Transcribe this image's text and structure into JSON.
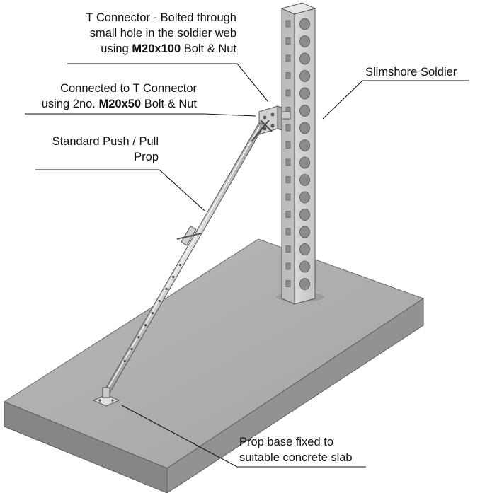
{
  "labels": {
    "t_connector": {
      "line1": "T Connector - Bolted through",
      "line2": "small hole in the soldier web",
      "line3_prefix": "using ",
      "line3_bold": "M20x100",
      "line3_suffix": " Bolt & Nut"
    },
    "connected": {
      "line1": "Connected to T Connector",
      "line2_prefix": "using 2no. ",
      "line2_bold": "M20x50",
      "line2_suffix": " Bolt & Nut"
    },
    "soldier": "Slimshore Soldier",
    "prop": {
      "line1": "Standard Push / Pull",
      "line2": "Prop"
    },
    "base": {
      "line1": "Prop base fixed to",
      "line2": "suitable concrete slab"
    }
  }
}
